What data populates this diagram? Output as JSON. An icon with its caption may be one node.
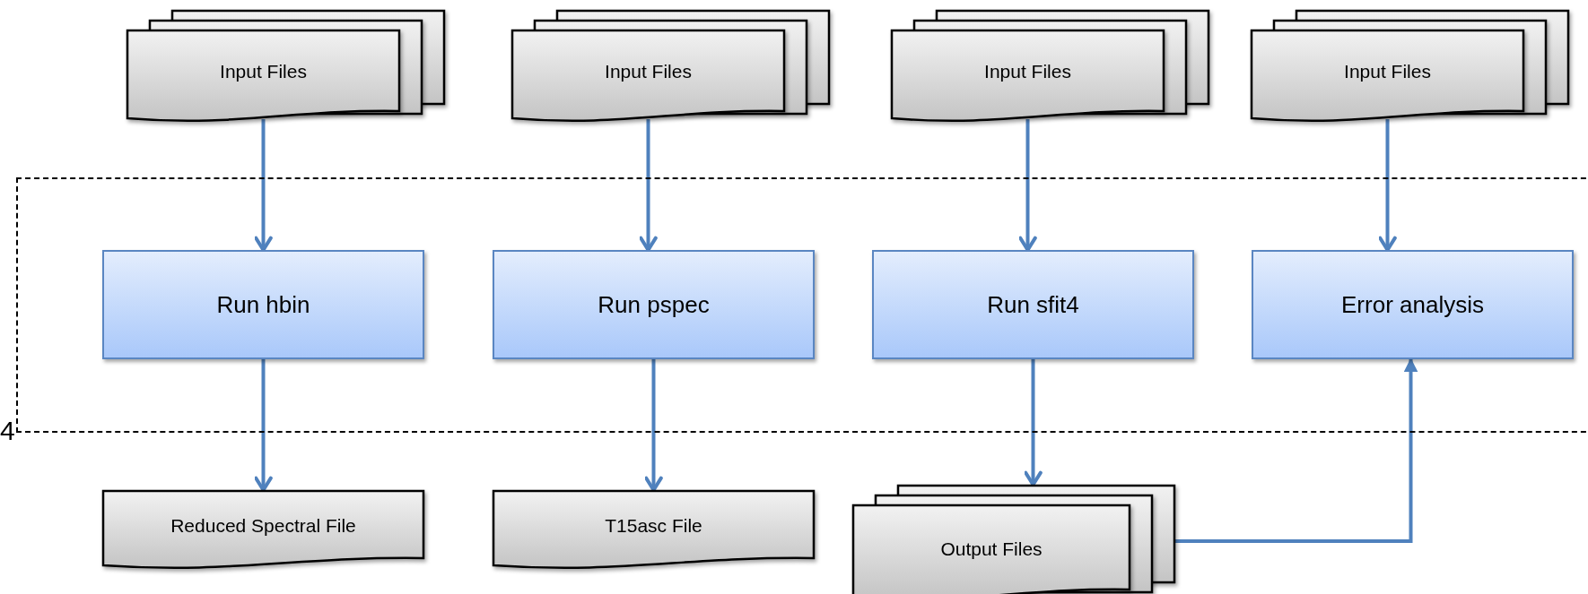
{
  "diagram": {
    "nodes": [
      {
        "text": [
          "Input Files"
        ]
      },
      {
        "text": [
          "Input Files"
        ]
      },
      {
        "text": [
          "Input Files"
        ]
      },
      {
        "text": [
          "Input Files"
        ]
      },
      {
        "text": [],
        "shape": "box"
      },
      {
        "text": [
          "Run hbin"
        ],
        "in": 4
      },
      {
        "text": [
          "Run pspec"
        ],
        "in": 4
      },
      {
        "text": [
          "Run sfit4"
        ],
        "in": 4
      },
      {
        "text": [
          "Error analysis"
        ],
        "in": 4
      },
      {
        "text": [
          "Reduced Spectral File"
        ]
      },
      {
        "text": [
          "T15asc File"
        ]
      },
      {
        "text": [
          "Output Files"
        ]
      }
    ],
    "edges": [
      {
        "from": 0,
        "to": 5,
        "arrow": "to"
      },
      {
        "from": 1,
        "to": 6,
        "arrow": "to"
      },
      {
        "from": 2,
        "to": 7,
        "arrow": "to"
      },
      {
        "from": 3,
        "to": 8,
        "arrow": "to"
      },
      {
        "from": 5,
        "to": 9,
        "arrow": "to"
      },
      {
        "from": 6,
        "to": 10,
        "arrow": "to"
      },
      {
        "from": 7,
        "to": 11,
        "arrow": "to"
      },
      {
        "from": 11,
        "to": 8,
        "arrow": "to"
      }
    ],
    "labels": [
      "4"
    ]
  }
}
